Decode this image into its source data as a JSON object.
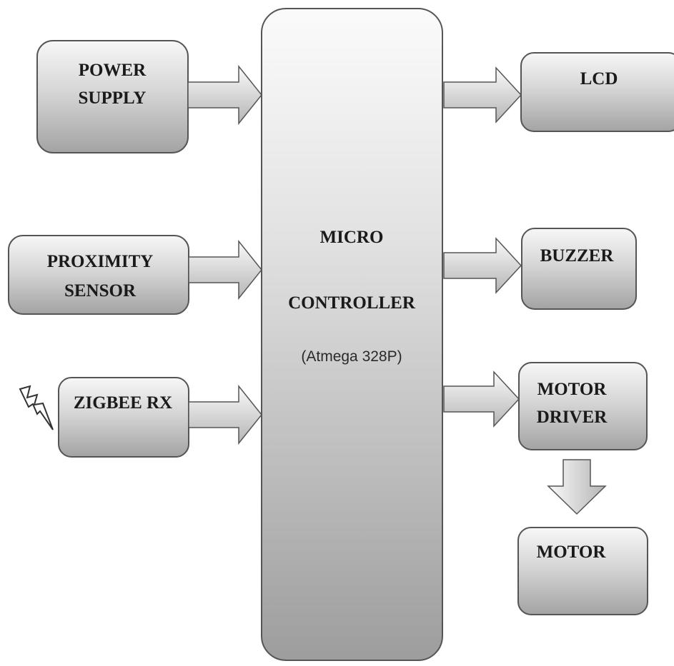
{
  "blocks": {
    "power_supply": {
      "line1": "POWER",
      "line2": "SUPPLY"
    },
    "proximity_sensor": {
      "line1": "PROXIMITY",
      "line2": "SENSOR"
    },
    "zigbee_rx": {
      "label": "ZIGBEE RX"
    },
    "microcontroller": {
      "line1": "MICRO",
      "line2": "CONTROLLER",
      "chip": "(Atmega 328P)"
    },
    "lcd": {
      "label": "LCD"
    },
    "buzzer": {
      "label": "BUZZER"
    },
    "motor_driver": {
      "line1": "MOTOR",
      "line2": "DRIVER"
    },
    "motor": {
      "label": "MOTOR"
    }
  },
  "connections": [
    {
      "from": "POWER SUPPLY",
      "to": "MICRO CONTROLLER"
    },
    {
      "from": "PROXIMITY SENSOR",
      "to": "MICRO CONTROLLER"
    },
    {
      "from": "ZIGBEE RX",
      "to": "MICRO CONTROLLER"
    },
    {
      "from": "MICRO CONTROLLER",
      "to": "LCD"
    },
    {
      "from": "MICRO CONTROLLER",
      "to": "BUZZER"
    },
    {
      "from": "MICRO CONTROLLER",
      "to": "MOTOR DRIVER"
    },
    {
      "from": "MOTOR DRIVER",
      "to": "MOTOR"
    }
  ],
  "icons": {
    "wireless": "lightning-icon"
  }
}
